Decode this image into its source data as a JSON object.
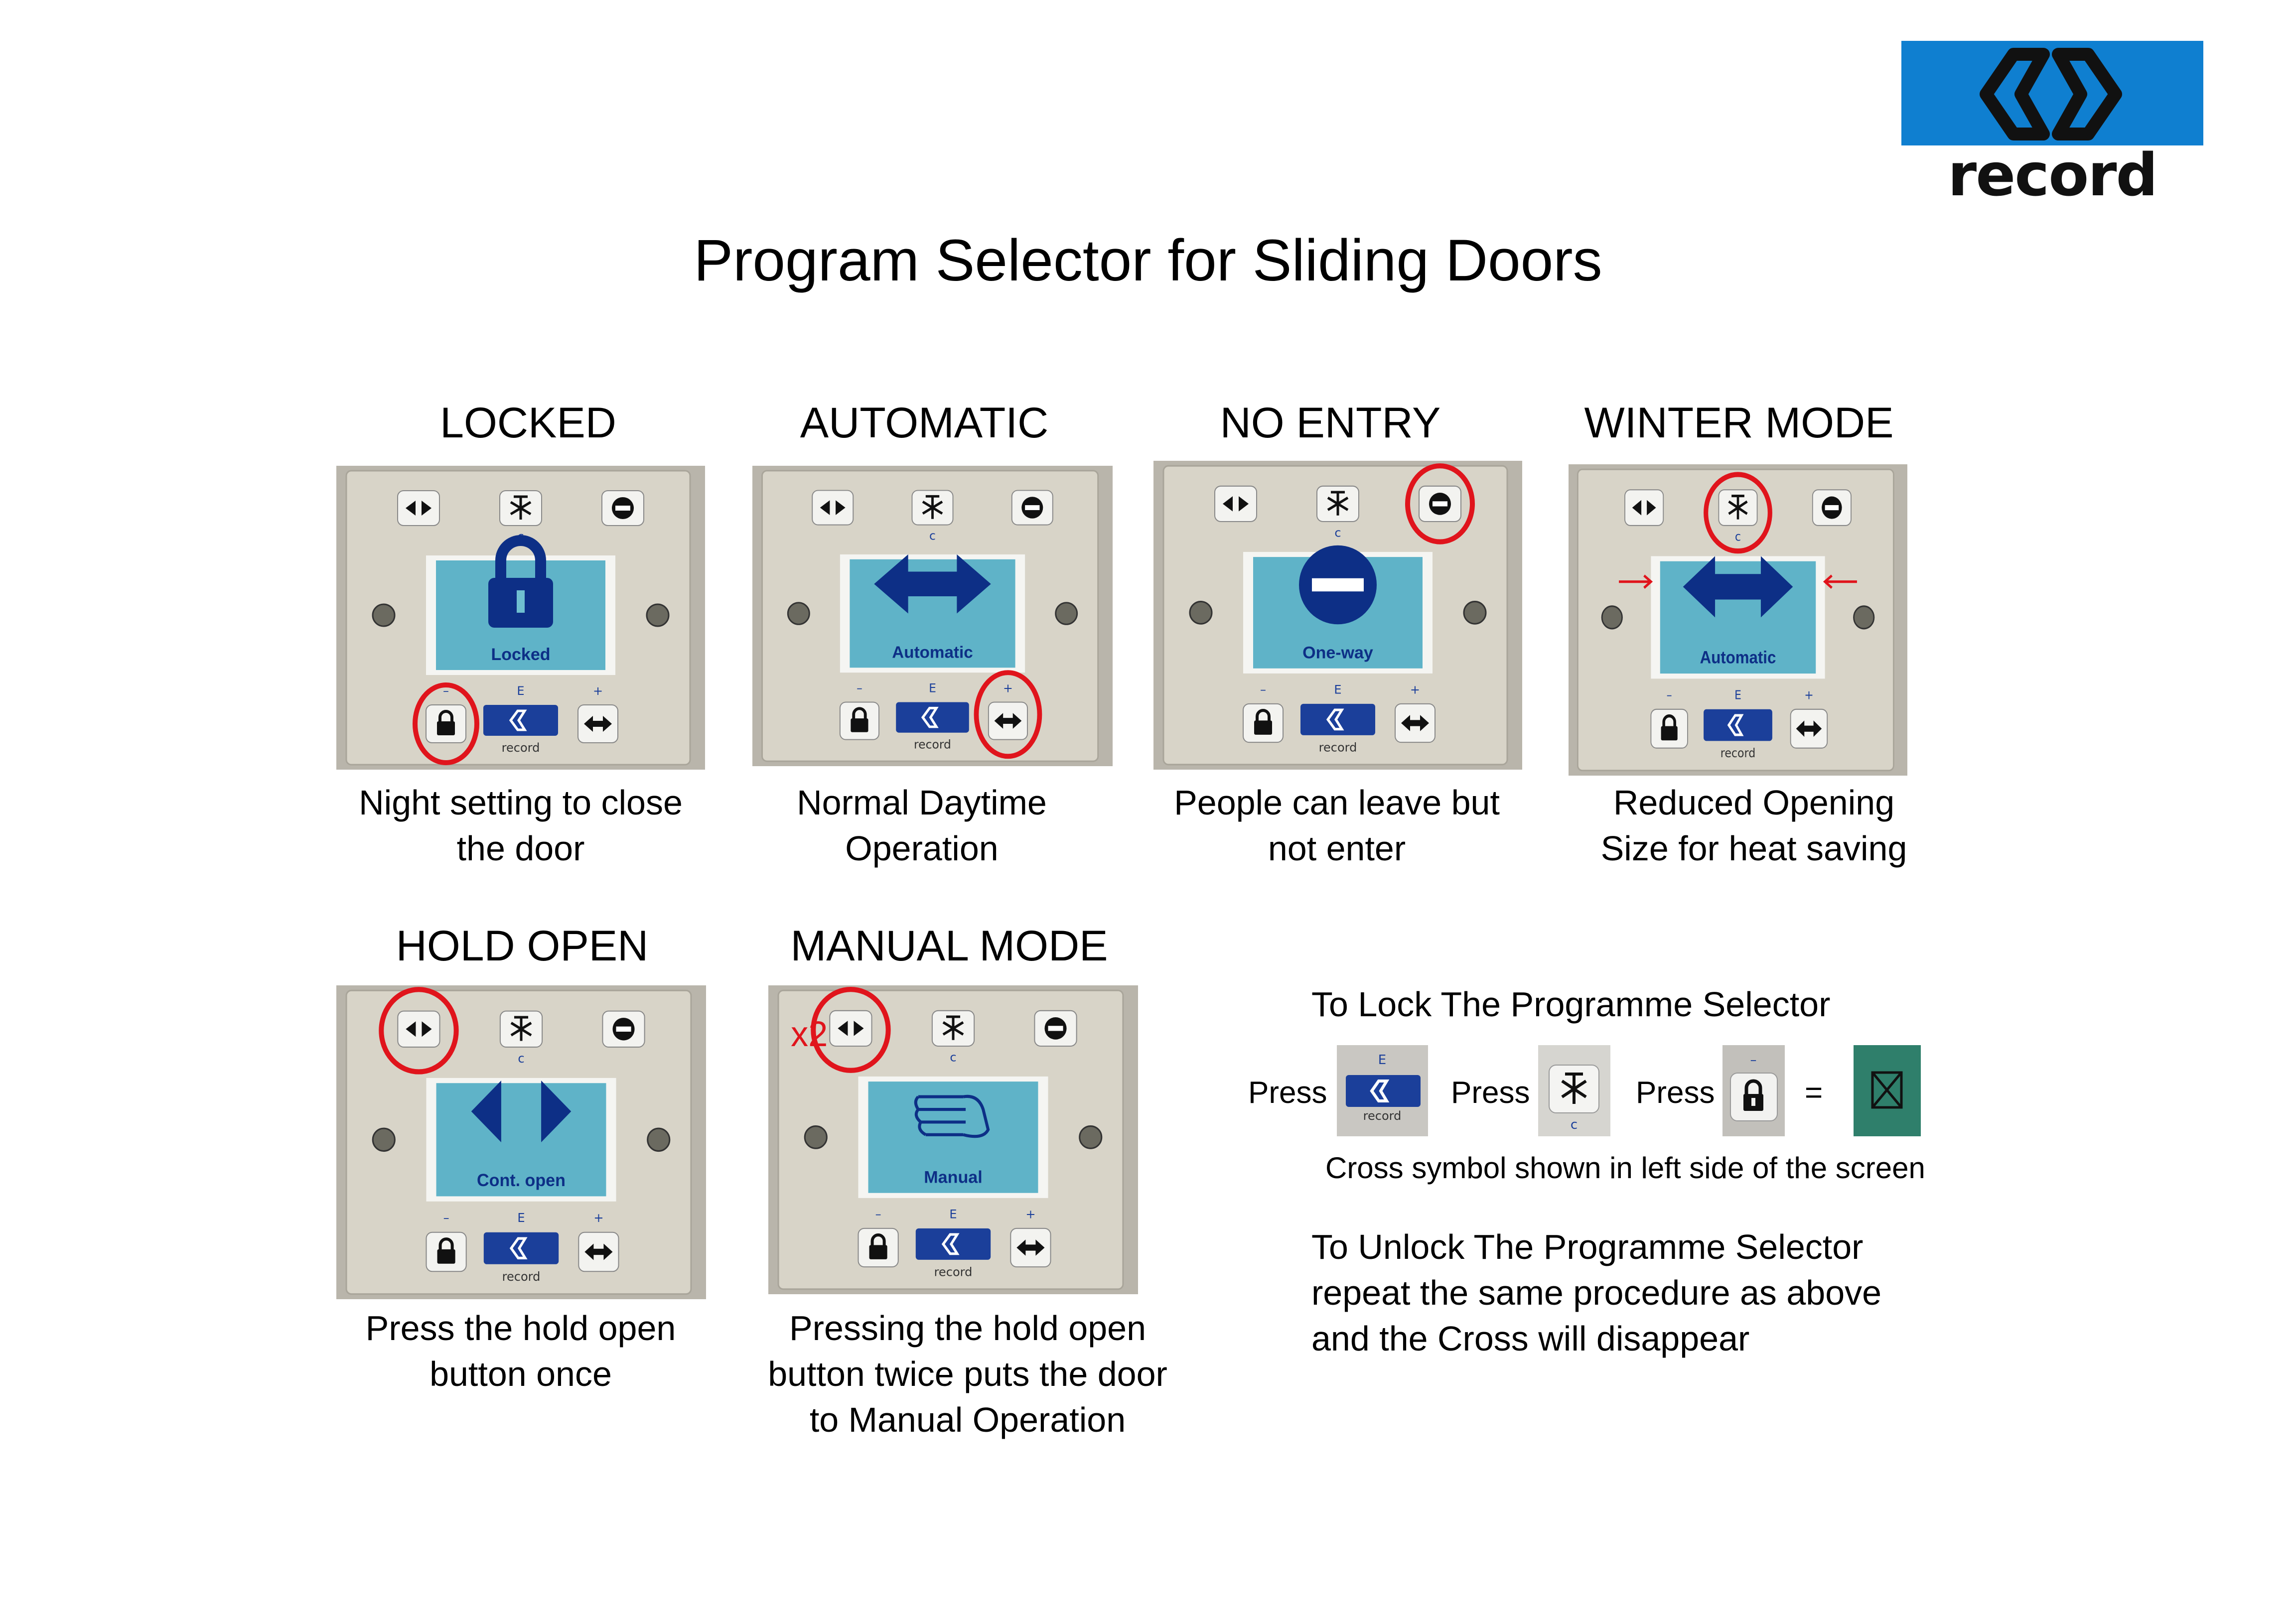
{
  "logo": {
    "word": "record",
    "colors": {
      "band": "#0f7fd0",
      "mark": "#111111"
    }
  },
  "title": "Program Selector for Sliding Doors",
  "panel_labels": {
    "c": "c",
    "e": "E",
    "minus": "–",
    "plus": "+",
    "brand": "record"
  },
  "panels": [
    {
      "heading": "LOCKED",
      "screen_text": "Locked",
      "screen_icon": "padlock-icon",
      "caption": [
        "Night setting to close",
        "the door"
      ],
      "highlight": "lock-button"
    },
    {
      "heading": "AUTOMATIC",
      "screen_text": "Automatic",
      "screen_icon": "double-arrow-icon",
      "caption": [
        "Normal Daytime",
        "Operation"
      ],
      "highlight": "arrow-button"
    },
    {
      "heading": "NO ENTRY",
      "screen_text": "One-way",
      "screen_icon": "no-entry-icon",
      "caption": [
        "People can leave but",
        "not enter"
      ],
      "highlight": "no-entry-button"
    },
    {
      "heading": "WINTER MODE",
      "screen_text": "Automatic",
      "screen_icon": "double-arrow-icon",
      "caption": [
        "Reduced Opening",
        "Size for heat saving"
      ],
      "highlight": "winter-button"
    },
    {
      "heading": "HOLD OPEN",
      "screen_text": "Cont. open",
      "screen_icon": "open-triangles-icon",
      "caption": [
        "Press the hold open",
        "button once"
      ],
      "highlight": "hold-open-button"
    },
    {
      "heading": "MANUAL MODE",
      "screen_text": "Manual",
      "screen_icon": "hand-icon",
      "caption": [
        "Pressing the hold open",
        "button twice puts the door",
        "to Manual Operation"
      ],
      "highlight": "hold-open-button",
      "press_count": "x2"
    }
  ],
  "lock_section": {
    "title": "To Lock The Programme Selector",
    "press_label": "Press",
    "equals": "=",
    "note": "Cross symbol shown in left side of the screen"
  },
  "unlock_section": {
    "lines": [
      "To Unlock The Programme Selector",
      "repeat the same procedure as above",
      "and the Cross will disappear"
    ]
  },
  "colors": {
    "highlight_circle": "#e0141c",
    "screen": "#5fb3c8",
    "panel": "#d8d4c8",
    "button_blue": "#1b3f9a"
  }
}
